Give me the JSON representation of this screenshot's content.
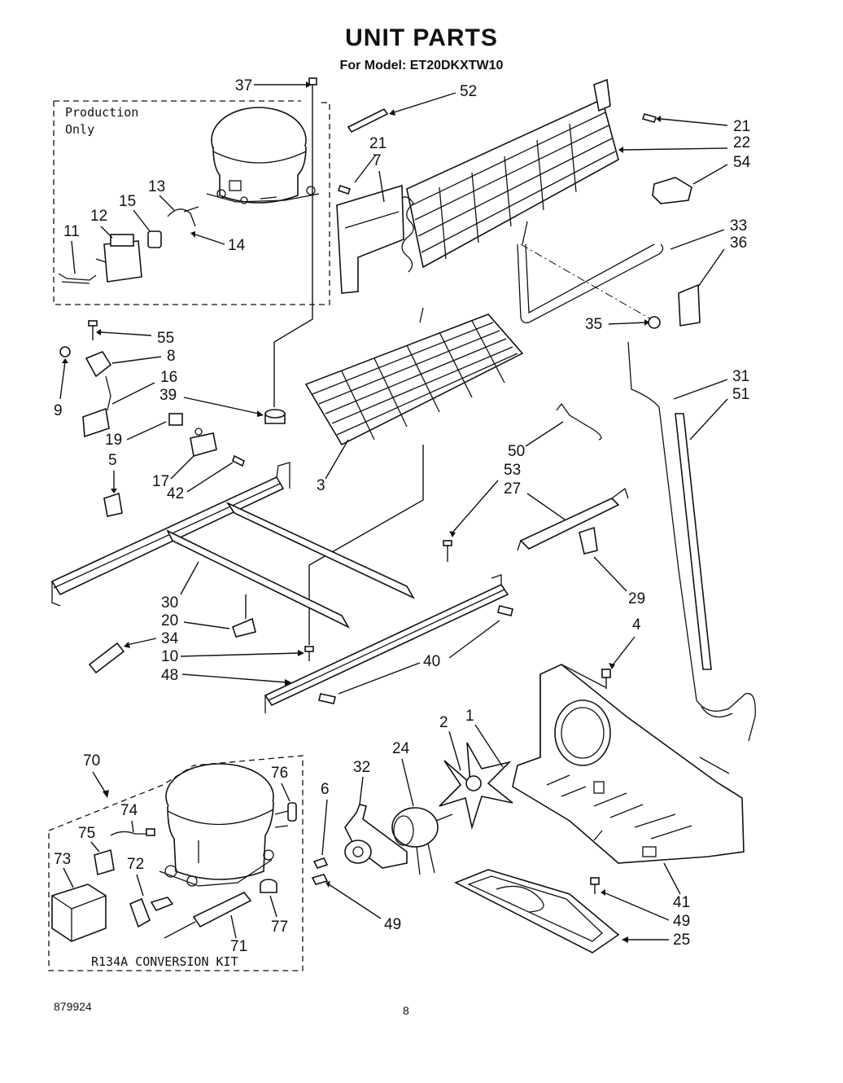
{
  "header": {
    "title": "UNIT PARTS",
    "subtitle": "For Model: ET20DKXTW10"
  },
  "boxes": {
    "production_line1": "Production",
    "production_line2": "Only",
    "kit_label": "R134A CONVERSION KIT"
  },
  "footer": {
    "doc_number": "879924",
    "page_number": "8"
  },
  "callouts": {
    "c37": "37",
    "c52": "52",
    "c21a": "21",
    "c21b": "21",
    "c7": "7",
    "c22": "22",
    "c54": "54",
    "c13": "13",
    "c15": "15",
    "c12": "12",
    "c11": "11",
    "c14": "14",
    "c33": "33",
    "c36": "36",
    "c35": "35",
    "c55": "55",
    "c8": "8",
    "c9": "9",
    "c16": "16",
    "c39": "39",
    "c31": "31",
    "c51": "51",
    "c19": "19",
    "c5": "5",
    "c17": "17",
    "c42": "42",
    "c3": "3",
    "c50": "50",
    "c53": "53",
    "c27": "27",
    "c29": "29",
    "c30": "30",
    "c20": "20",
    "c34": "34",
    "c10": "10",
    "c48": "48",
    "c40": "40",
    "c4": "4",
    "c70": "70",
    "c76": "76",
    "c74": "74",
    "c75": "75",
    "c73": "73",
    "c72": "72",
    "c71": "71",
    "c77": "77",
    "c6": "6",
    "c32": "32",
    "c24": "24",
    "c2": "2",
    "c1": "1",
    "c49a": "49",
    "c41": "41",
    "c49b": "49",
    "c25": "25"
  }
}
